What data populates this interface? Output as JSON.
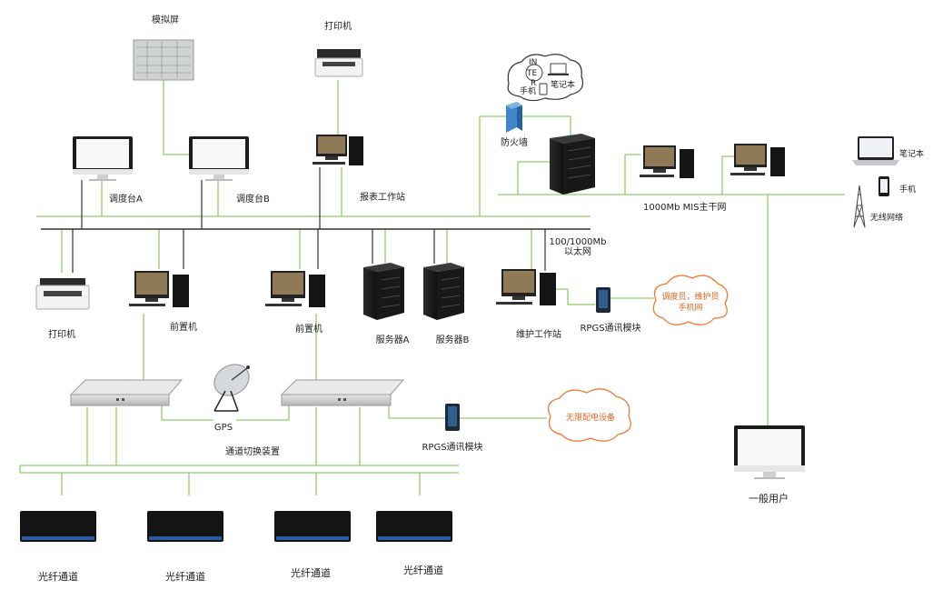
{
  "labels": {
    "simulation_screen": "模拟屏",
    "printer_top": "打印机",
    "internet_in": "IN",
    "internet_te": "TE",
    "internet_r": "R",
    "phone_cloud": "手机",
    "laptop_cloud": "笔记本",
    "firewall": "防火墙",
    "console_a": "调度台A",
    "console_b": "调度台B",
    "report_station": "报表工作站",
    "mis_network": "1000Mb MIS主干网",
    "laptop_right": "笔记本",
    "phone_right": "手机",
    "wireless_network": "无线网络",
    "ethernet_1": "100/1000Mb",
    "ethernet_2": "以太网",
    "printer_left": "打印机",
    "front_end_1": "前置机",
    "front_end_2": "前置机",
    "server_a": "服务器A",
    "server_b": "服务器B",
    "maintenance_station": "维护工作站",
    "rpgs_module_1": "RPGS通讯模块",
    "rpgs_module_2": "RPGS通讯模块",
    "cloud_phone_net_1": "调度员，维护员",
    "cloud_phone_net_2": "手机网",
    "wireless_device": "无限配电设备",
    "gps": "GPS",
    "channel_switch": "通道切换装置",
    "general_user": "一般用户",
    "fiber_1": "光纤通道",
    "fiber_2": "光纤通道",
    "fiber_3": "光纤通道",
    "fiber_4": "光纤通道"
  },
  "colors": {
    "link_line": "#8fce6a",
    "bus_dark": "#333333",
    "cloud_orange": "#f07a35",
    "firewall_blue": "#3e86c9",
    "device_dark": "#1b1b1b",
    "switch_gray": "#c9ccc9"
  }
}
